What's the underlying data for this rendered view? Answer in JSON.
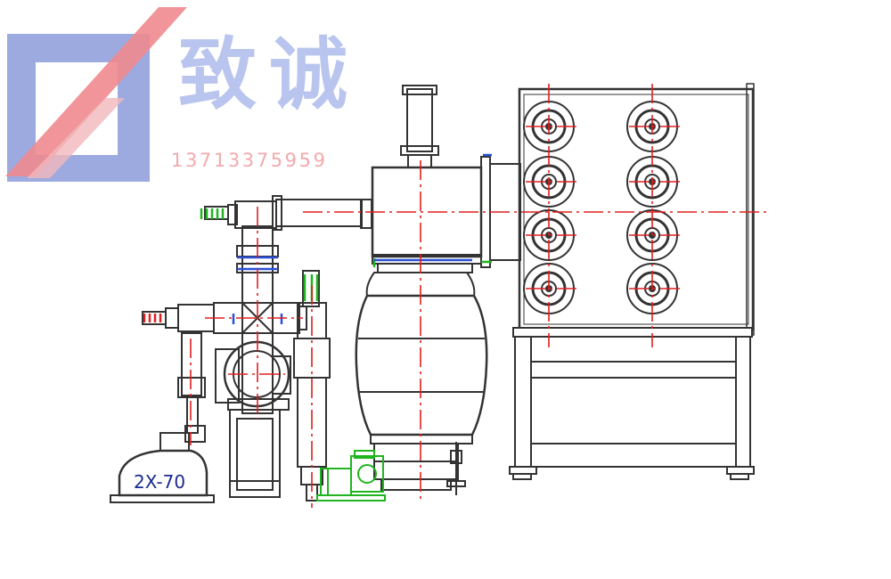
{
  "logo": {
    "brand_text": "致诚",
    "phone": "13713375959",
    "colors": {
      "blue": "#8c9bd9",
      "blue_light": "#b9c5ee",
      "red": "#f08a8f",
      "red_light": "#f3a9ad"
    }
  },
  "diagram": {
    "pump_label": "2X-70",
    "colors": {
      "line": "#333333",
      "axis": "#e02020",
      "green": "#1fb51f",
      "blue_detail": "#2a4fd8"
    }
  }
}
